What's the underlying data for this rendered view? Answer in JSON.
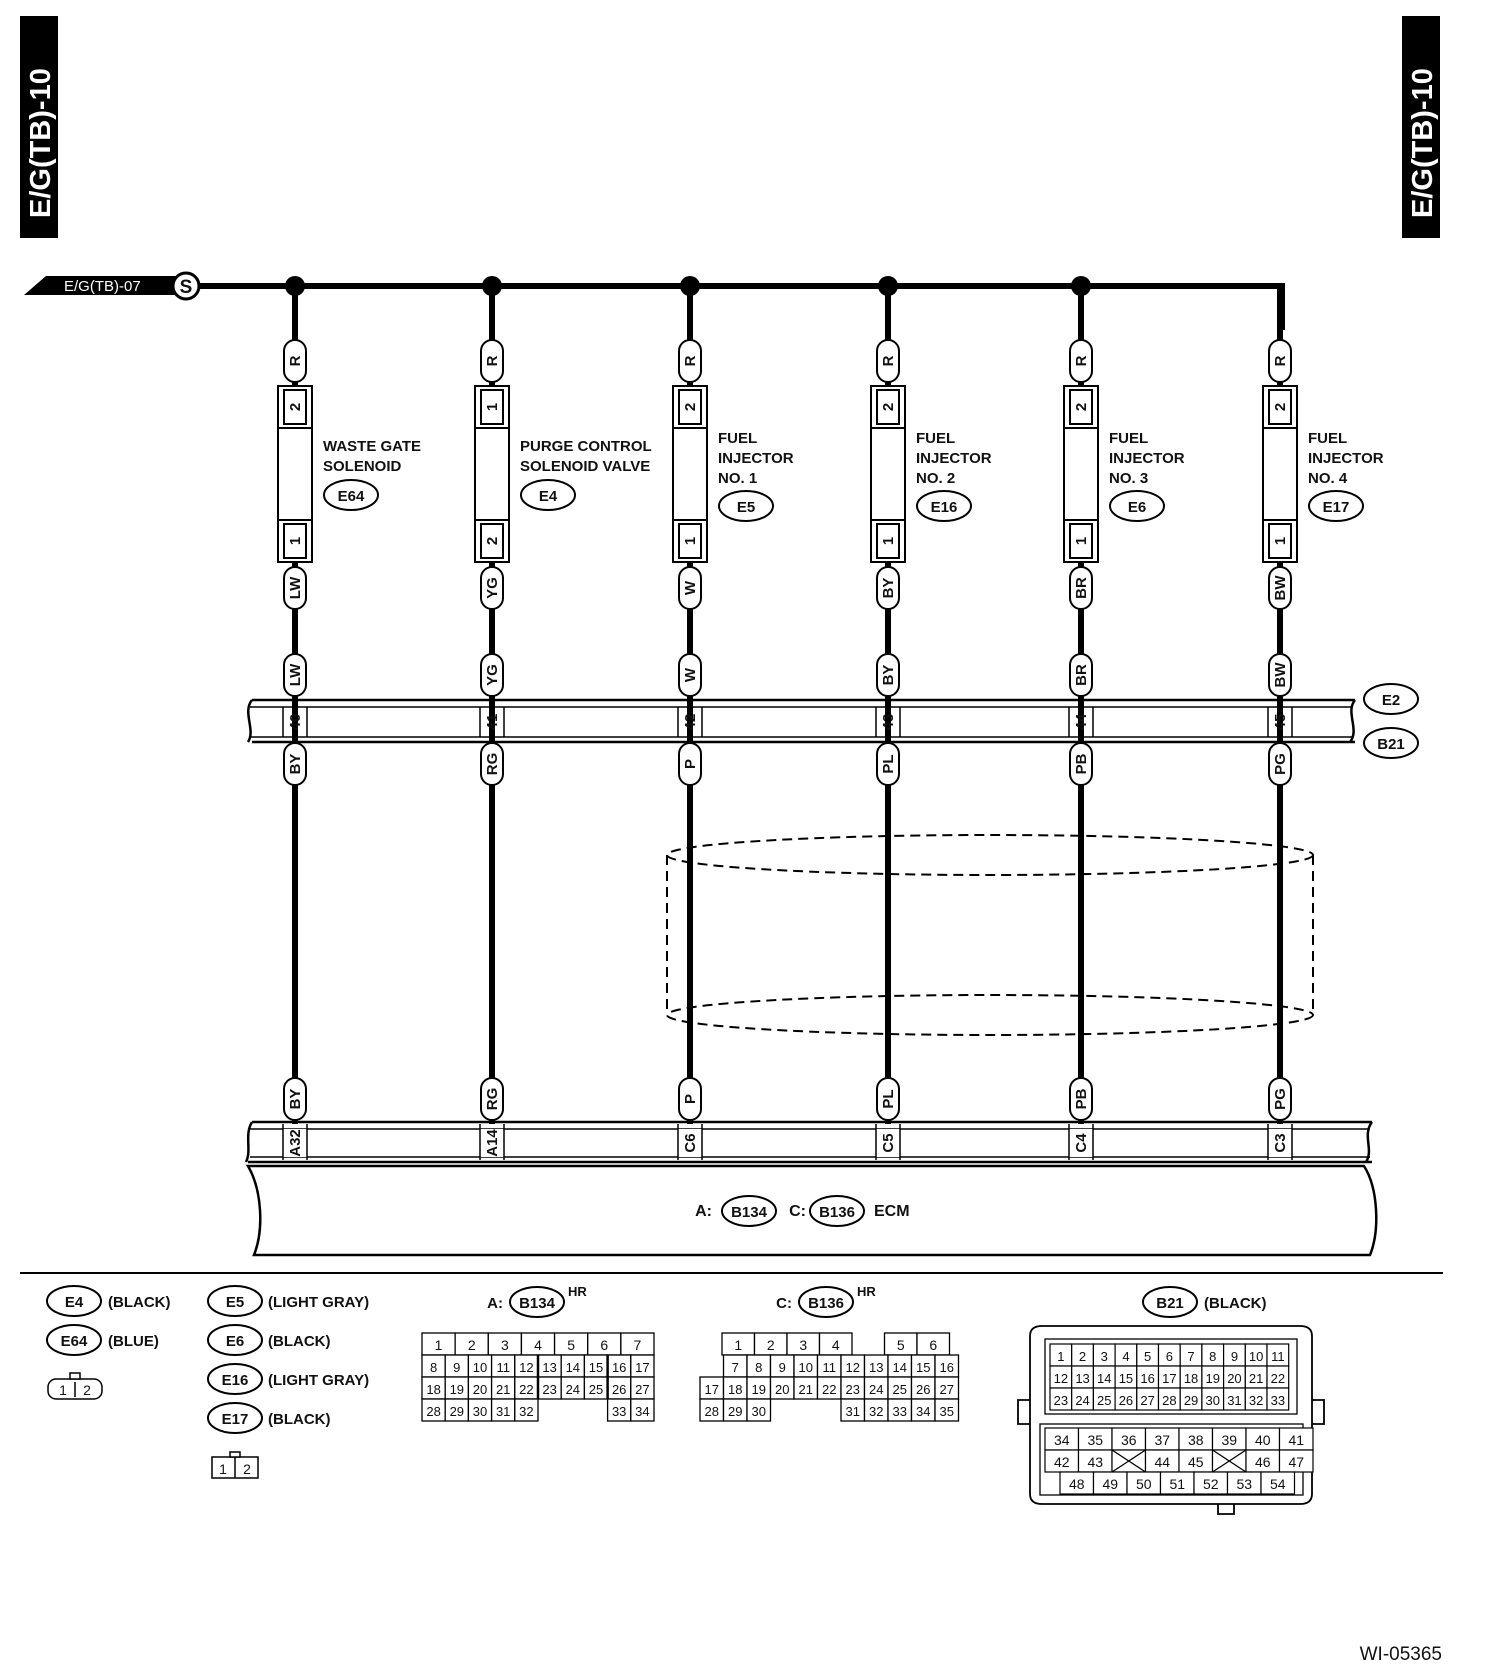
{
  "page_tag": "E/G(TB)-10",
  "ref_code": "WI-05365",
  "source_ref": "E/G(TB)-07",
  "source_symbol": "S",
  "components": [
    {
      "name_lines": [
        "WASTE GATE",
        "SOLENOID"
      ],
      "connector": "E64",
      "pin_top": "2",
      "pin_bottom": "1",
      "wire_top": "R",
      "wire_mid": "LW",
      "e2_wire": "LW",
      "joint_pin": "40",
      "b21_wire": "BY",
      "ecm_wire": "BY",
      "ecm_pin": "A32"
    },
    {
      "name_lines": [
        "PURGE CONTROL",
        "SOLENOID VALVE"
      ],
      "connector": "E4",
      "pin_top": "1",
      "pin_bottom": "2",
      "wire_top": "R",
      "wire_mid": "YG",
      "e2_wire": "YG",
      "joint_pin": "41",
      "b21_wire": "RG",
      "ecm_wire": "RG",
      "ecm_pin": "A14"
    },
    {
      "name_lines": [
        "FUEL",
        "INJECTOR",
        "NO. 1"
      ],
      "connector": "E5",
      "pin_top": "2",
      "pin_bottom": "1",
      "wire_top": "R",
      "wire_mid": "W",
      "e2_wire": "W",
      "joint_pin": "42",
      "b21_wire": "P",
      "ecm_wire": "P",
      "ecm_pin": "C6"
    },
    {
      "name_lines": [
        "FUEL",
        "INJECTOR",
        "NO. 2"
      ],
      "connector": "E16",
      "pin_top": "2",
      "pin_bottom": "1",
      "wire_top": "R",
      "wire_mid": "BY",
      "e2_wire": "BY",
      "joint_pin": "43",
      "b21_wire": "PL",
      "ecm_wire": "PL",
      "ecm_pin": "C5"
    },
    {
      "name_lines": [
        "FUEL",
        "INJECTOR",
        "NO. 3"
      ],
      "connector": "E6",
      "pin_top": "2",
      "pin_bottom": "1",
      "wire_top": "R",
      "wire_mid": "BR",
      "e2_wire": "BR",
      "joint_pin": "44",
      "b21_wire": "PB",
      "ecm_wire": "PB",
      "ecm_pin": "C4"
    },
    {
      "name_lines": [
        "FUEL",
        "INJECTOR",
        "NO. 4"
      ],
      "connector": "E17",
      "pin_top": "2",
      "pin_bottom": "1",
      "wire_top": "R",
      "wire_mid": "BW",
      "e2_wire": "BW",
      "joint_pin": "45",
      "b21_wire": "PG",
      "ecm_wire": "PG",
      "ecm_pin": "C3"
    }
  ],
  "joint_connectors": [
    "E2",
    "B21"
  ],
  "ecm": {
    "prefix_a": "A:",
    "conn_a": "B134",
    "prefix_c": "C:",
    "conn_c": "B136",
    "label": "ECM"
  },
  "legend": {
    "col1": [
      {
        "connector": "E4",
        "color": "(BLACK)"
      },
      {
        "connector": "E64",
        "color": "(BLUE)"
      }
    ],
    "col1_pins": [
      "1",
      "2"
    ],
    "col2": [
      {
        "connector": "E5",
        "color": "(LIGHT GRAY)"
      },
      {
        "connector": "E6",
        "color": "(BLACK)"
      },
      {
        "connector": "E16",
        "color": "(LIGHT GRAY)"
      },
      {
        "connector": "E17",
        "color": "(BLACK)"
      }
    ],
    "col2_pins": [
      "1",
      "2"
    ],
    "conn_a": {
      "prefix": "A:",
      "connector": "B134",
      "suffix": "HR",
      "rows": [
        [
          "1",
          "2",
          "3",
          "4",
          "5",
          "6",
          "7"
        ],
        [
          "8",
          "9",
          "10",
          "11",
          "12",
          "13",
          "14",
          "15",
          "16",
          "17"
        ],
        [
          "18",
          "19",
          "20",
          "21",
          "22",
          "23",
          "24",
          "25",
          "26",
          "27"
        ],
        [
          "28",
          "29",
          "30",
          "31",
          "32",
          "",
          "",
          "",
          "33",
          "34"
        ]
      ]
    },
    "conn_c": {
      "prefix": "C:",
      "connector": "B136",
      "suffix": "HR",
      "rows": [
        [
          "1",
          "2",
          "3",
          "4",
          "",
          "5",
          "6"
        ],
        [
          "",
          "7",
          "8",
          "9",
          "10",
          "11",
          "12",
          "13",
          "14",
          "15",
          "16"
        ],
        [
          "17",
          "18",
          "19",
          "20",
          "21",
          "22",
          "23",
          "24",
          "25",
          "26",
          "27"
        ],
        [
          "28",
          "29",
          "30",
          "",
          "",
          "",
          "31",
          "32",
          "33",
          "34",
          "35"
        ]
      ]
    },
    "b21": {
      "connector": "B21",
      "color": "(BLACK)",
      "rows": [
        [
          "1",
          "2",
          "3",
          "4",
          "5",
          "6",
          "7",
          "8",
          "9",
          "10",
          "11"
        ],
        [
          "12",
          "13",
          "14",
          "15",
          "16",
          "17",
          "18",
          "19",
          "20",
          "21",
          "22"
        ],
        [
          "23",
          "24",
          "25",
          "26",
          "27",
          "28",
          "29",
          "30",
          "31",
          "32",
          "33"
        ],
        [
          "34",
          "35",
          "36",
          "37",
          "38",
          "39",
          "40",
          "41"
        ],
        [
          "42",
          "43",
          "",
          "44",
          "45",
          "",
          "46",
          "47"
        ],
        [
          "48",
          "49",
          "50",
          "51",
          "52",
          "53",
          "54"
        ]
      ]
    }
  }
}
